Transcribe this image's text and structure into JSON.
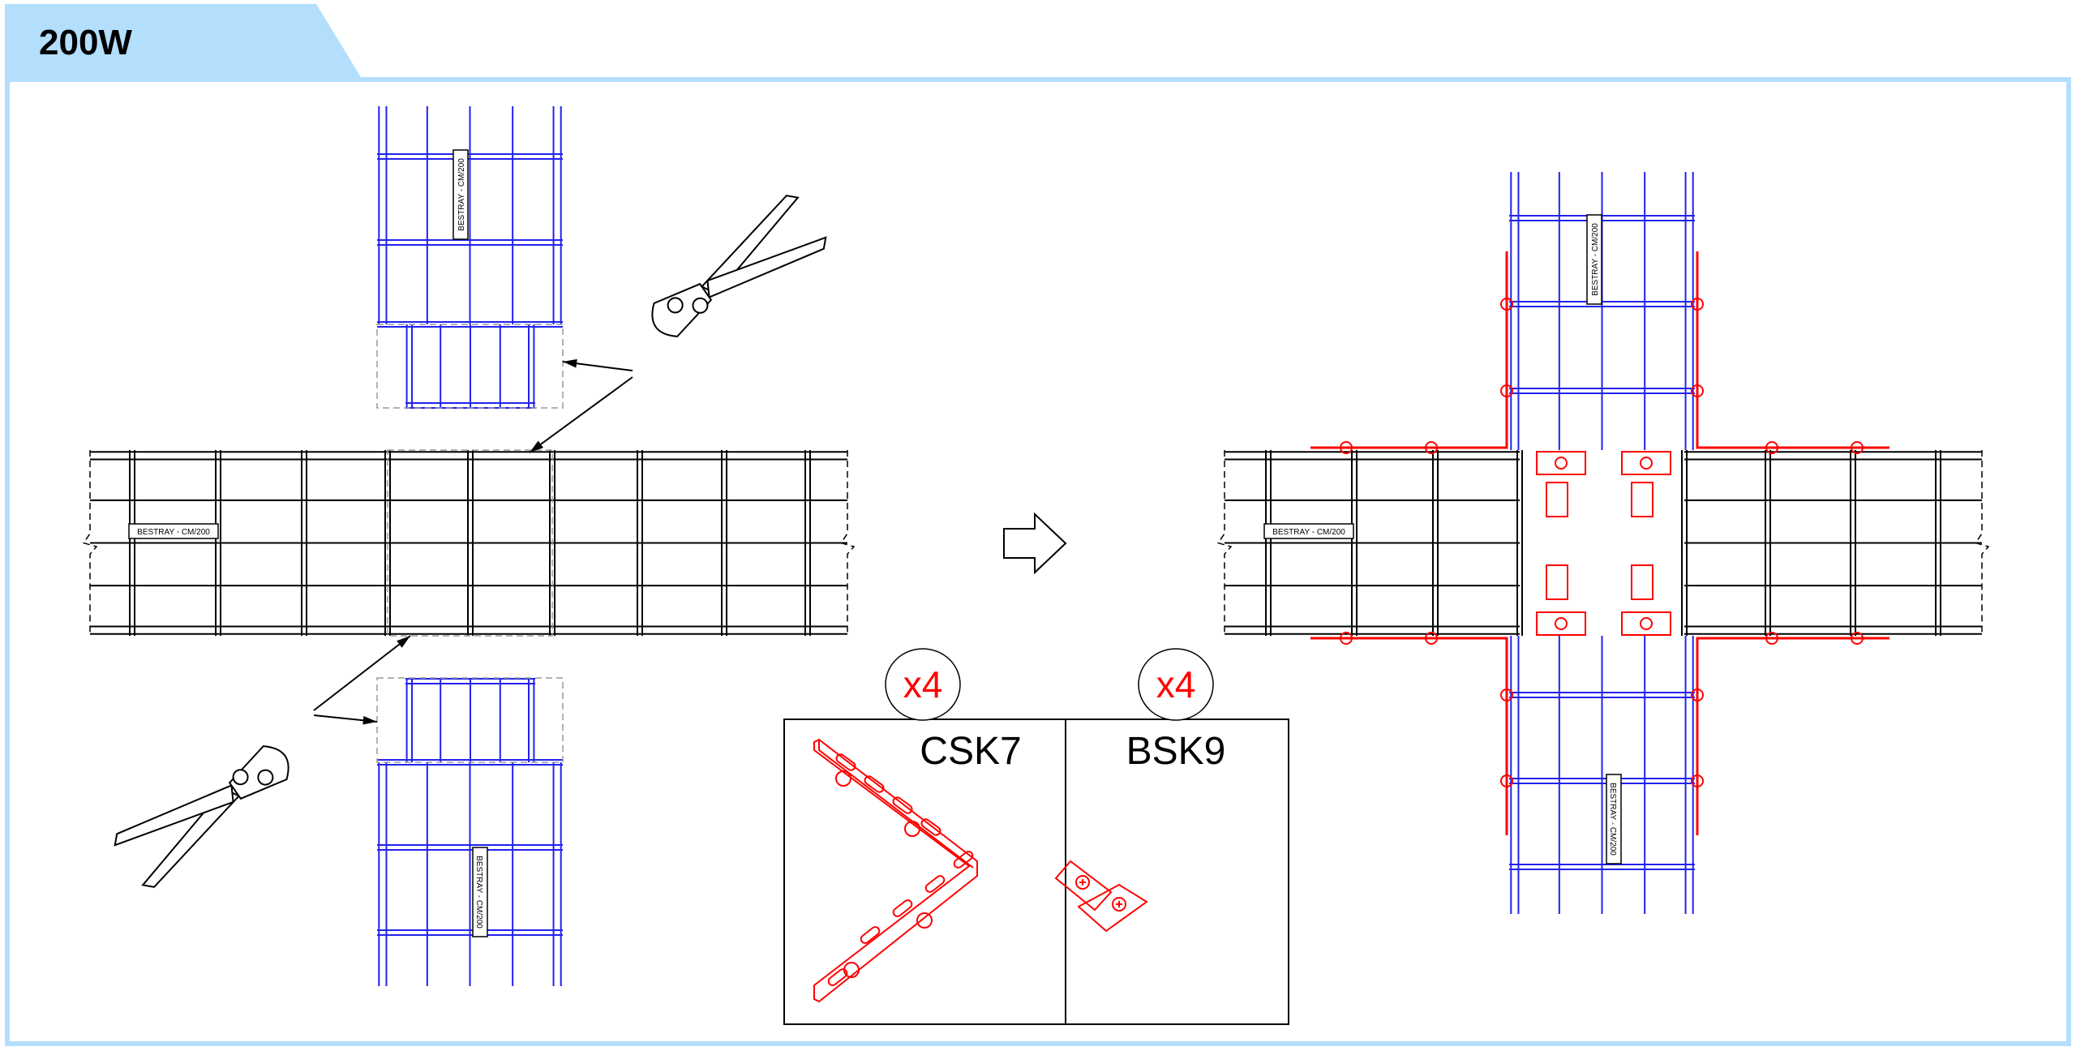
{
  "header": {
    "title": "200W"
  },
  "tray_label": "BESTRAY - CM/200",
  "parts": [
    {
      "code": "CSK7",
      "quantity": "x4"
    },
    {
      "code": "BSK9",
      "quantity": "x4"
    }
  ],
  "colors": {
    "tab": "#b3dffd",
    "tray_blue": "#2222ee",
    "connector_red": "#ff0000",
    "tray_black": "#000000"
  }
}
